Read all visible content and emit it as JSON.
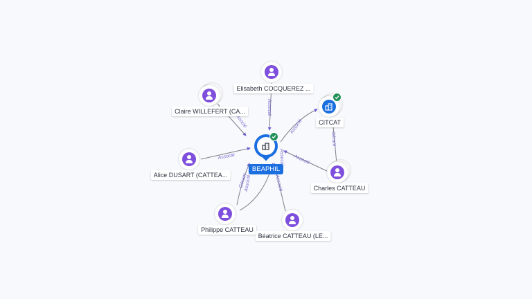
{
  "graph": {
    "center": {
      "label": "BEAPHIL",
      "icon": "company-icon",
      "verified": true,
      "color": "#1a6ee0"
    },
    "nodes": [
      {
        "id": "elisabeth",
        "label": "Elisabeth COCQUEREZ ...",
        "icon": "person-icon"
      },
      {
        "id": "claire",
        "label": "Claire WILLEFERT (CA...",
        "icon": "person-icon"
      },
      {
        "id": "citcat",
        "label": "CITCAT",
        "icon": "company-icon",
        "verified": true
      },
      {
        "id": "alice",
        "label": "Alice DUSART (CATTEA...",
        "icon": "person-icon"
      },
      {
        "id": "charles",
        "label": "Charles CATTEAU",
        "icon": "person-icon"
      },
      {
        "id": "philippe",
        "label": "Philippe CATTEAU",
        "icon": "person-icon"
      },
      {
        "id": "beatrice",
        "label": "Béatrice CATTEAU (LE...",
        "icon": "person-icon"
      }
    ],
    "edge_labels": {
      "associe": "Associé",
      "gerant": "Gérant"
    },
    "colors": {
      "person": "#7e4fdc",
      "company": "#1a6ee0",
      "verified": "#23915a",
      "edge_label": "#7a6fd0"
    }
  }
}
